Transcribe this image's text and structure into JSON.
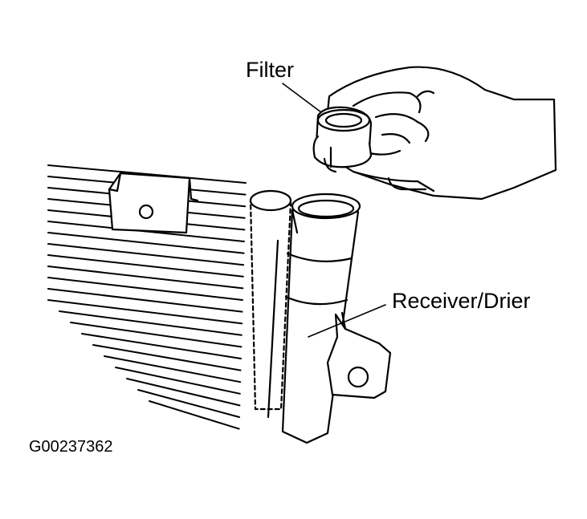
{
  "labels": {
    "filter": "Filter",
    "receiver_drier": "Receiver/Drier"
  },
  "figure_id": "G00237362",
  "colors": {
    "ink": "#000000",
    "background": "#ffffff"
  }
}
